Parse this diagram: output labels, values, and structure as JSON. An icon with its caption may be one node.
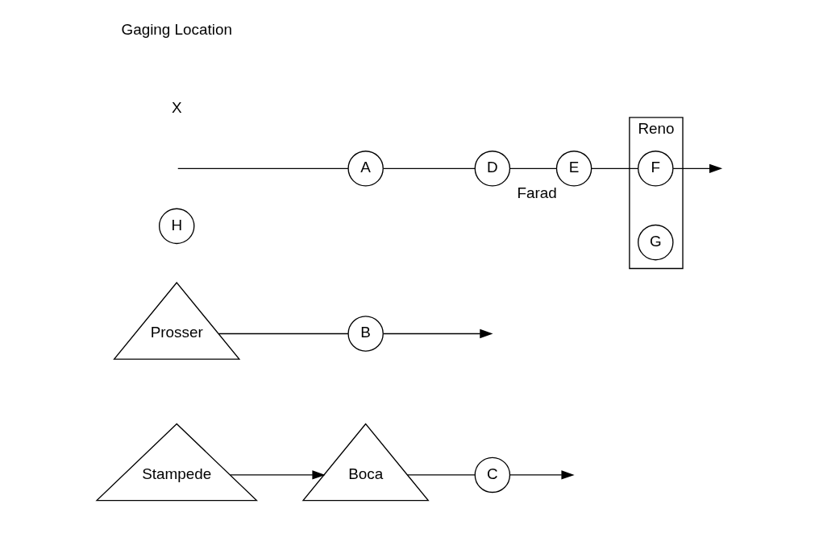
{
  "diagram": {
    "nodes": [
      {
        "text": [
          "Stampede"
        ]
      },
      {
        "text": [
          "Prosser"
        ]
      },
      {
        "text": [
          "Boca"
        ]
      },
      {
        "text": [
          "H"
        ]
      },
      {
        "text": [
          "A"
        ]
      },
      {
        "text": [
          "B"
        ]
      },
      {
        "text": [
          "C"
        ]
      },
      {
        "text": [
          "D"
        ]
      },
      {
        "text": [
          "E"
        ],
        "beside": [
          "Farad"
        ]
      },
      {
        "text": [
          "Reno"
        ]
      },
      {
        "text": [
          "F"
        ],
        "in": 9
      },
      {
        "text": [
          "G"
        ],
        "in": 9
      }
    ],
    "edges": [
      {
        "from": null,
        "to": 4,
        "arrow": "none"
      },
      {
        "from": 4,
        "to": 7,
        "arrow": "none"
      },
      {
        "from": 7,
        "to": 8,
        "arrow": "none"
      },
      {
        "from": 8,
        "to": 10,
        "arrow": "none"
      },
      {
        "from": 10,
        "to": null,
        "arrow": "to"
      },
      {
        "from": 1,
        "to": 5,
        "arrow": "none"
      },
      {
        "from": 5,
        "to": null,
        "arrow": "to"
      },
      {
        "from": 0,
        "to": 2,
        "arrow": "to"
      },
      {
        "from": 2,
        "to": 6,
        "arrow": "none"
      },
      {
        "from": 6,
        "to": null,
        "arrow": "to"
      }
    ],
    "labels": [
      "X"
    ],
    "legend": [
      {
        "text": "Gaging Location"
      }
    ]
  }
}
